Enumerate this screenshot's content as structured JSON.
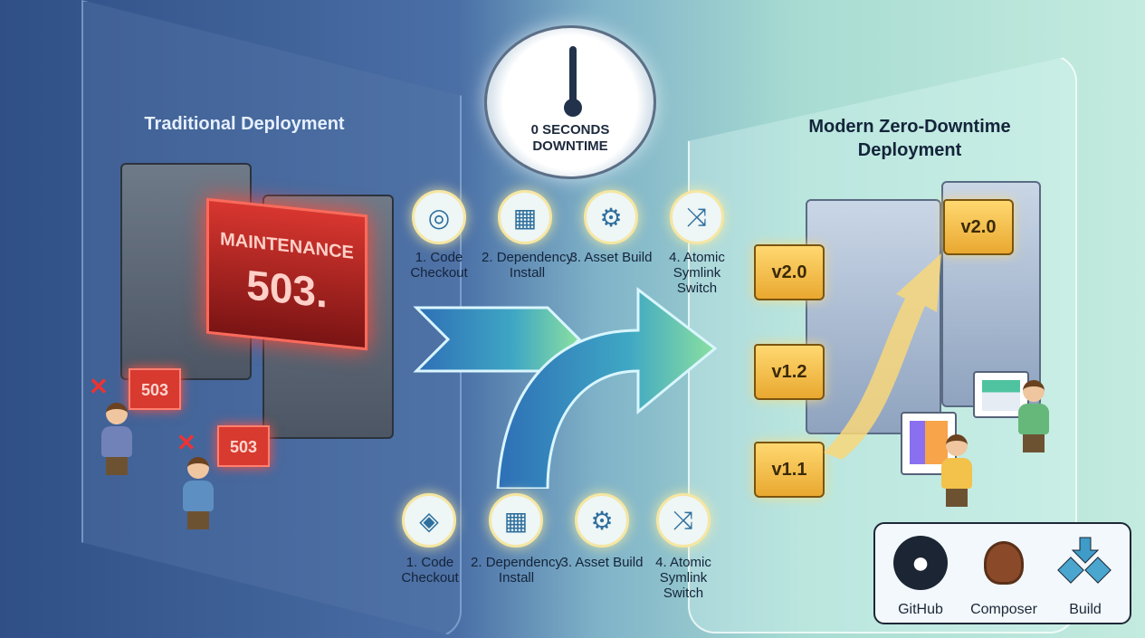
{
  "left": {
    "title": "Traditional Deployment",
    "screen": {
      "line1": "MAINTENANCE",
      "line2": "503."
    },
    "signs": [
      "503",
      "503"
    ]
  },
  "right": {
    "title": "Modern Zero-Downtime Deployment",
    "folders": [
      "v2.0",
      "v1.2",
      "v1.1"
    ],
    "target_folder": "v2.0"
  },
  "clock": {
    "line1": "0 SECONDS",
    "line2": "DOWNTIME"
  },
  "steps_top": [
    {
      "icon": "github-icon",
      "label": "1. Code Checkout"
    },
    {
      "icon": "cubes-icon",
      "label": "2. Dependency Install"
    },
    {
      "icon": "gear-brush-icon",
      "label": "3. Asset Build"
    },
    {
      "icon": "shuffle-icon",
      "label": "4. Atomic Symlink Switch"
    }
  ],
  "steps_bottom": [
    {
      "icon": "git-icon",
      "label": "1. Code Checkout"
    },
    {
      "icon": "cubes-icon",
      "label": "2. Dependency Install"
    },
    {
      "icon": "gear-brush-icon",
      "label": "3. Asset Build"
    },
    {
      "icon": "shuffle-icon",
      "label": "4. Atomic Symlink Switch"
    }
  ],
  "legend": [
    {
      "label": "GitHub"
    },
    {
      "label": "Composer"
    },
    {
      "label": "Build"
    }
  ]
}
